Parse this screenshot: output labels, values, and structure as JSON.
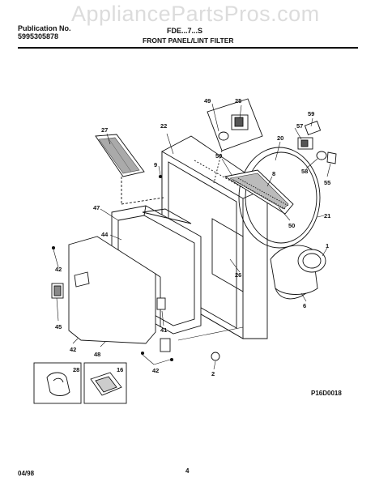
{
  "header": {
    "publication_label": "Publication No.",
    "publication_number": "5995305878",
    "model": "FDE...7...S",
    "section_title": "FRONT PANEL/LINT FILTER"
  },
  "watermark": "AppliancePartsPros.com",
  "footer": {
    "date": "04/98",
    "page_number": "4",
    "figure_code": "P16D0018"
  },
  "callouts": {
    "c25": "25",
    "c49": "49",
    "c59": "59",
    "c57": "57",
    "c27": "27",
    "c22": "22",
    "c20": "20",
    "c8": "8",
    "c9": "9",
    "c58": "58",
    "c55": "55",
    "c50a": "50",
    "c50b": "50",
    "c21": "21",
    "c47": "47",
    "c44": "44",
    "c1": "1",
    "c42a": "42",
    "c26": "26",
    "c6": "6",
    "c45": "45",
    "c41": "41",
    "c42b": "42",
    "c48": "48",
    "c2": "2",
    "c42c": "42",
    "c28": "28",
    "c16": "16"
  }
}
